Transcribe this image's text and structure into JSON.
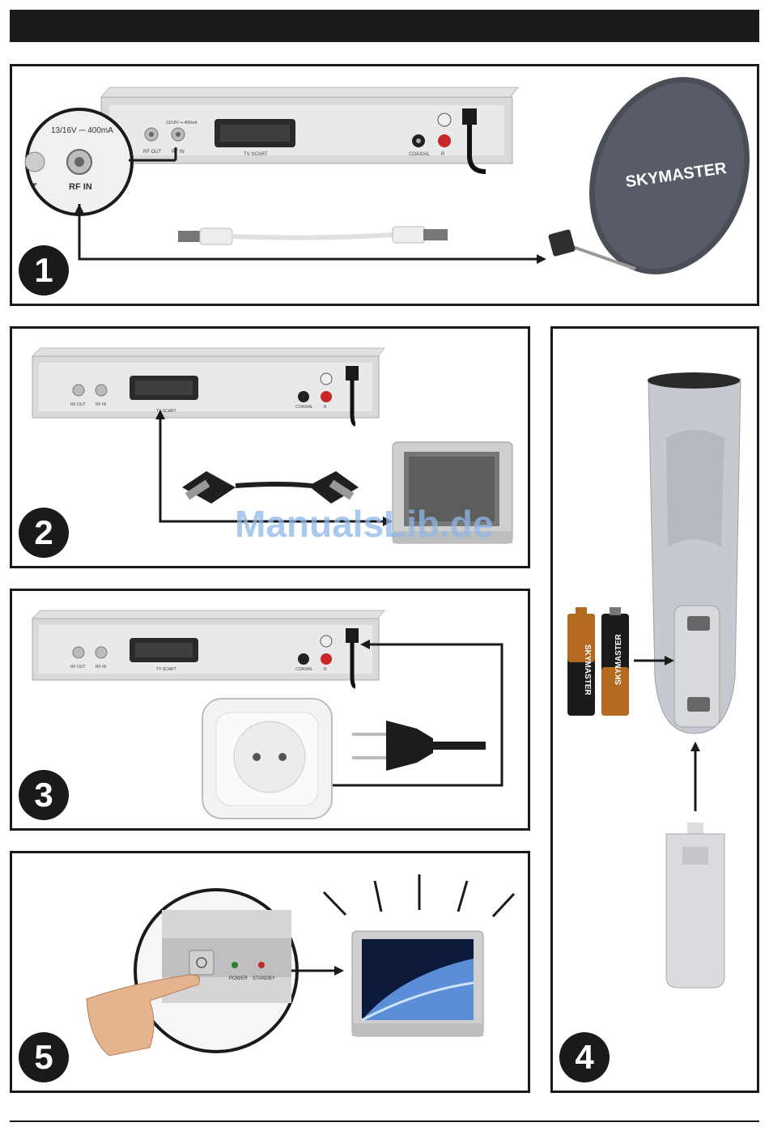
{
  "steps": {
    "s1": "1",
    "s2": "2",
    "s3": "3",
    "s4": "4",
    "s5": "5"
  },
  "receiver": {
    "rf_out": "RF OUT",
    "rf_in": "RF IN",
    "lnb_power": "13/18V ⎓ 400mA",
    "tv_scart": "TV SCART",
    "coaxial": "COAXIAL",
    "r": "R"
  },
  "zoom": {
    "voltage": "13/16V ⎓ 400mA",
    "rf_in": "RF IN",
    "partial_label": "T"
  },
  "dish": {
    "brand": "SKYMASTER"
  },
  "batteries": {
    "brand": "SKYMASTER"
  },
  "front_panel": {
    "power": "POWER",
    "standby": "STANDBY"
  },
  "watermark": "ManualsLib.de"
}
